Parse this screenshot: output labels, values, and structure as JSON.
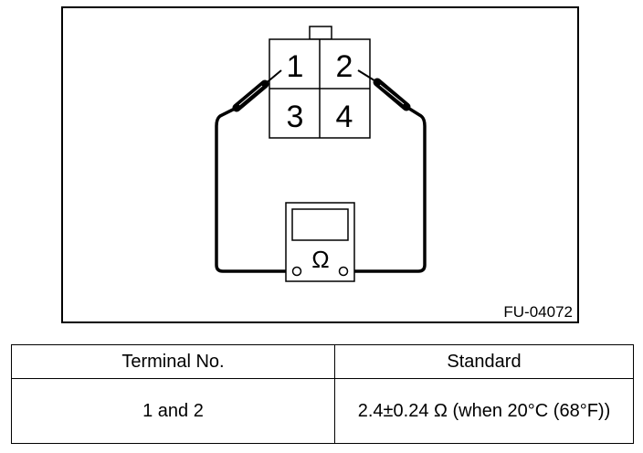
{
  "diagram": {
    "figure_code": "FU-04072",
    "connector_terminals": [
      "1",
      "2",
      "3",
      "4"
    ],
    "meter_symbol": "Ω"
  },
  "table": {
    "headers": [
      "Terminal No.",
      "Standard"
    ],
    "rows": [
      [
        "1 and 2",
        "2.4±0.24 Ω (when 20°C (68°F))"
      ]
    ]
  }
}
